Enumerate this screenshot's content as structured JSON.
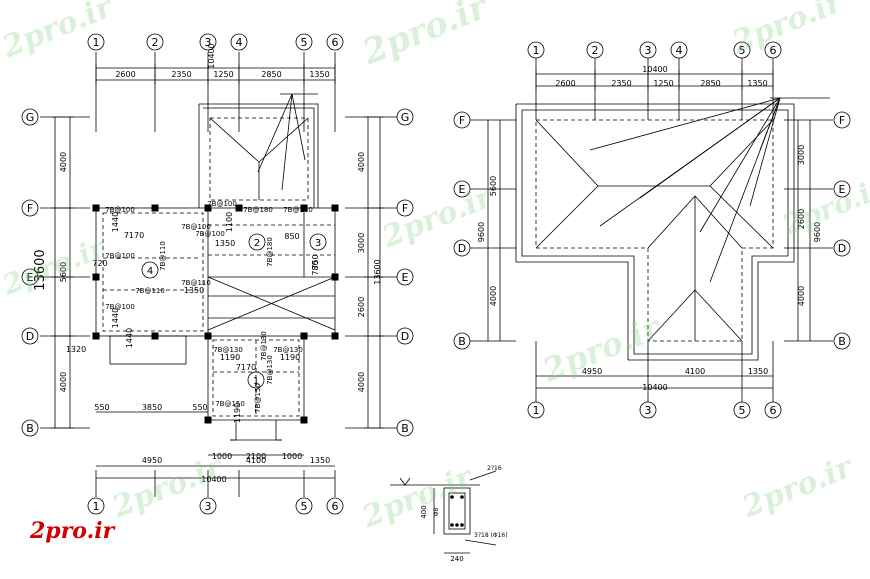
{
  "watermark": {
    "text": "2pro.ir",
    "color": "#d40000"
  },
  "left_plan": {
    "axis_numbers": [
      "1",
      "2",
      "3",
      "4",
      "5",
      "6"
    ],
    "axis_letters": [
      "G",
      "F",
      "E",
      "D",
      "B"
    ],
    "top_dims": [
      "2600",
      "2350",
      "1250",
      "2850",
      "1350"
    ],
    "top_total": "10400",
    "bottom_dims": [
      "4950",
      "4100",
      "1350"
    ],
    "bottom_sub": [
      "1000",
      "2100",
      "1000"
    ],
    "bottom_total": "10400",
    "left_dims": [
      "4000",
      "5600",
      "4000"
    ],
    "left_total": "13600",
    "right_dims": [
      "4000",
      "3000",
      "2600",
      "4000"
    ],
    "right_total": "13600",
    "misc_dims": [
      "1320",
      "550",
      "3850",
      "550"
    ],
    "room_ids": [
      "4",
      "2",
      "3",
      "1"
    ],
    "labels": [
      "1440",
      "7170",
      "1350",
      "1100",
      "850",
      "1440",
      "1350",
      "1440",
      "1190",
      "7170",
      "1190",
      "1190",
      "750",
      "780",
      "720"
    ],
    "beam_labels": [
      "7B@100",
      "7B@100",
      "7B@100",
      "7B@110",
      "7B@100",
      "7B@110",
      "7B@180",
      "7B@180",
      "7B@180",
      "7B@100",
      "7B@110",
      "7B@100",
      "7B@130",
      "7B@130",
      "7B@130",
      "7B@150",
      "7B@150",
      "7B@130"
    ]
  },
  "right_plan": {
    "axis_numbers": [
      "1",
      "2",
      "3",
      "4",
      "5",
      "6"
    ],
    "axis_letters": [
      "F",
      "E",
      "D",
      "B"
    ],
    "top_dims": [
      "2600",
      "2350",
      "1250",
      "2850",
      "1350"
    ],
    "top_total": "10400",
    "bottom_dims": [
      "4950",
      "4100",
      "1350"
    ],
    "bottom_total": "10400",
    "left_dims": [
      "5600",
      "4000"
    ],
    "left_total": "9600",
    "right_dims": [
      "3000",
      "2600",
      "4000"
    ],
    "right_total": "9600"
  },
  "section_detail": {
    "labels": [
      "2?16",
      "400",
      "Φ8",
      "3?18 (Φ16)",
      "240"
    ]
  }
}
